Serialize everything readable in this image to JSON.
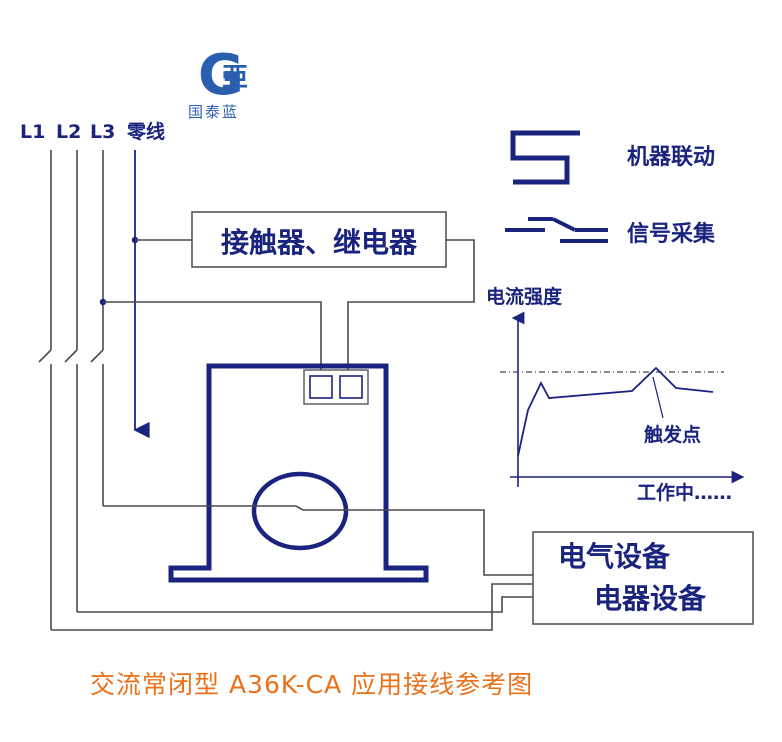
{
  "brand": {
    "logo_letter": "G",
    "logo_mark": "亞",
    "name": "国泰蓝",
    "color": "#2a5fb0"
  },
  "lines": {
    "l1": "L1",
    "l2": "L2",
    "l3": "L3",
    "neutral": "零线"
  },
  "contactor_box": {
    "label": "接触器、继电器"
  },
  "legend": {
    "interlock_label": "机器联动",
    "signal_label": "信号采集"
  },
  "graph": {
    "ylabel": "电流强度",
    "trigger_label": "触发点",
    "xlabel": "工作中……"
  },
  "equipment": {
    "line1": "电气设备",
    "line2": "电器设备"
  },
  "caption": {
    "text": "交流常闭型 A36K-CA 应用接线参考图",
    "color": "#e8711a"
  },
  "colors": {
    "navy": "#1a237e",
    "wire": "#4a4a4a"
  }
}
